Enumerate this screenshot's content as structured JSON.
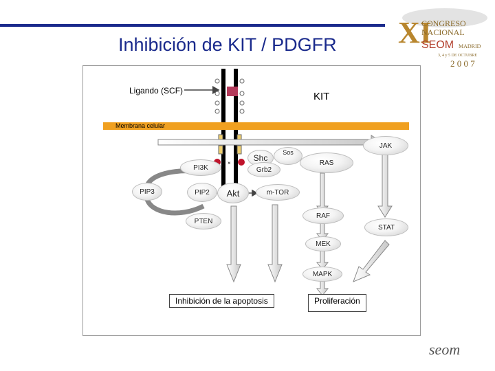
{
  "title": "Inhibición de KIT / PDGFR",
  "logo": {
    "numeral": "XI",
    "line1": "CONGRESO",
    "line2": "NACIONAL",
    "brand": "SEOM",
    "city": "MADRID",
    "dates": "3, 4 y 5 DE OCTUBRE",
    "year": "2 0 0 7",
    "bottom": "seom"
  },
  "diagram": {
    "ligand": "Ligando (SCF)",
    "receptor": "KIT",
    "membrane": "Membrana celular",
    "nodes": {
      "jak": "JAK",
      "shc": "Shc",
      "sos": "Sos",
      "grb2": "Grb2",
      "ras": "RAS",
      "pi3k": "PI3K",
      "pip3": "PIP3",
      "pip2": "PIP2",
      "akt": "Akt",
      "mtor": "m-TOR",
      "pten": "PTEN",
      "raf": "RAF",
      "stat": "STAT",
      "mek": "MEK",
      "mapk": "MAPK"
    },
    "outcomes": {
      "apoptosis": "Inhibición de la apoptosis",
      "proliferation": "Proliferación"
    }
  }
}
